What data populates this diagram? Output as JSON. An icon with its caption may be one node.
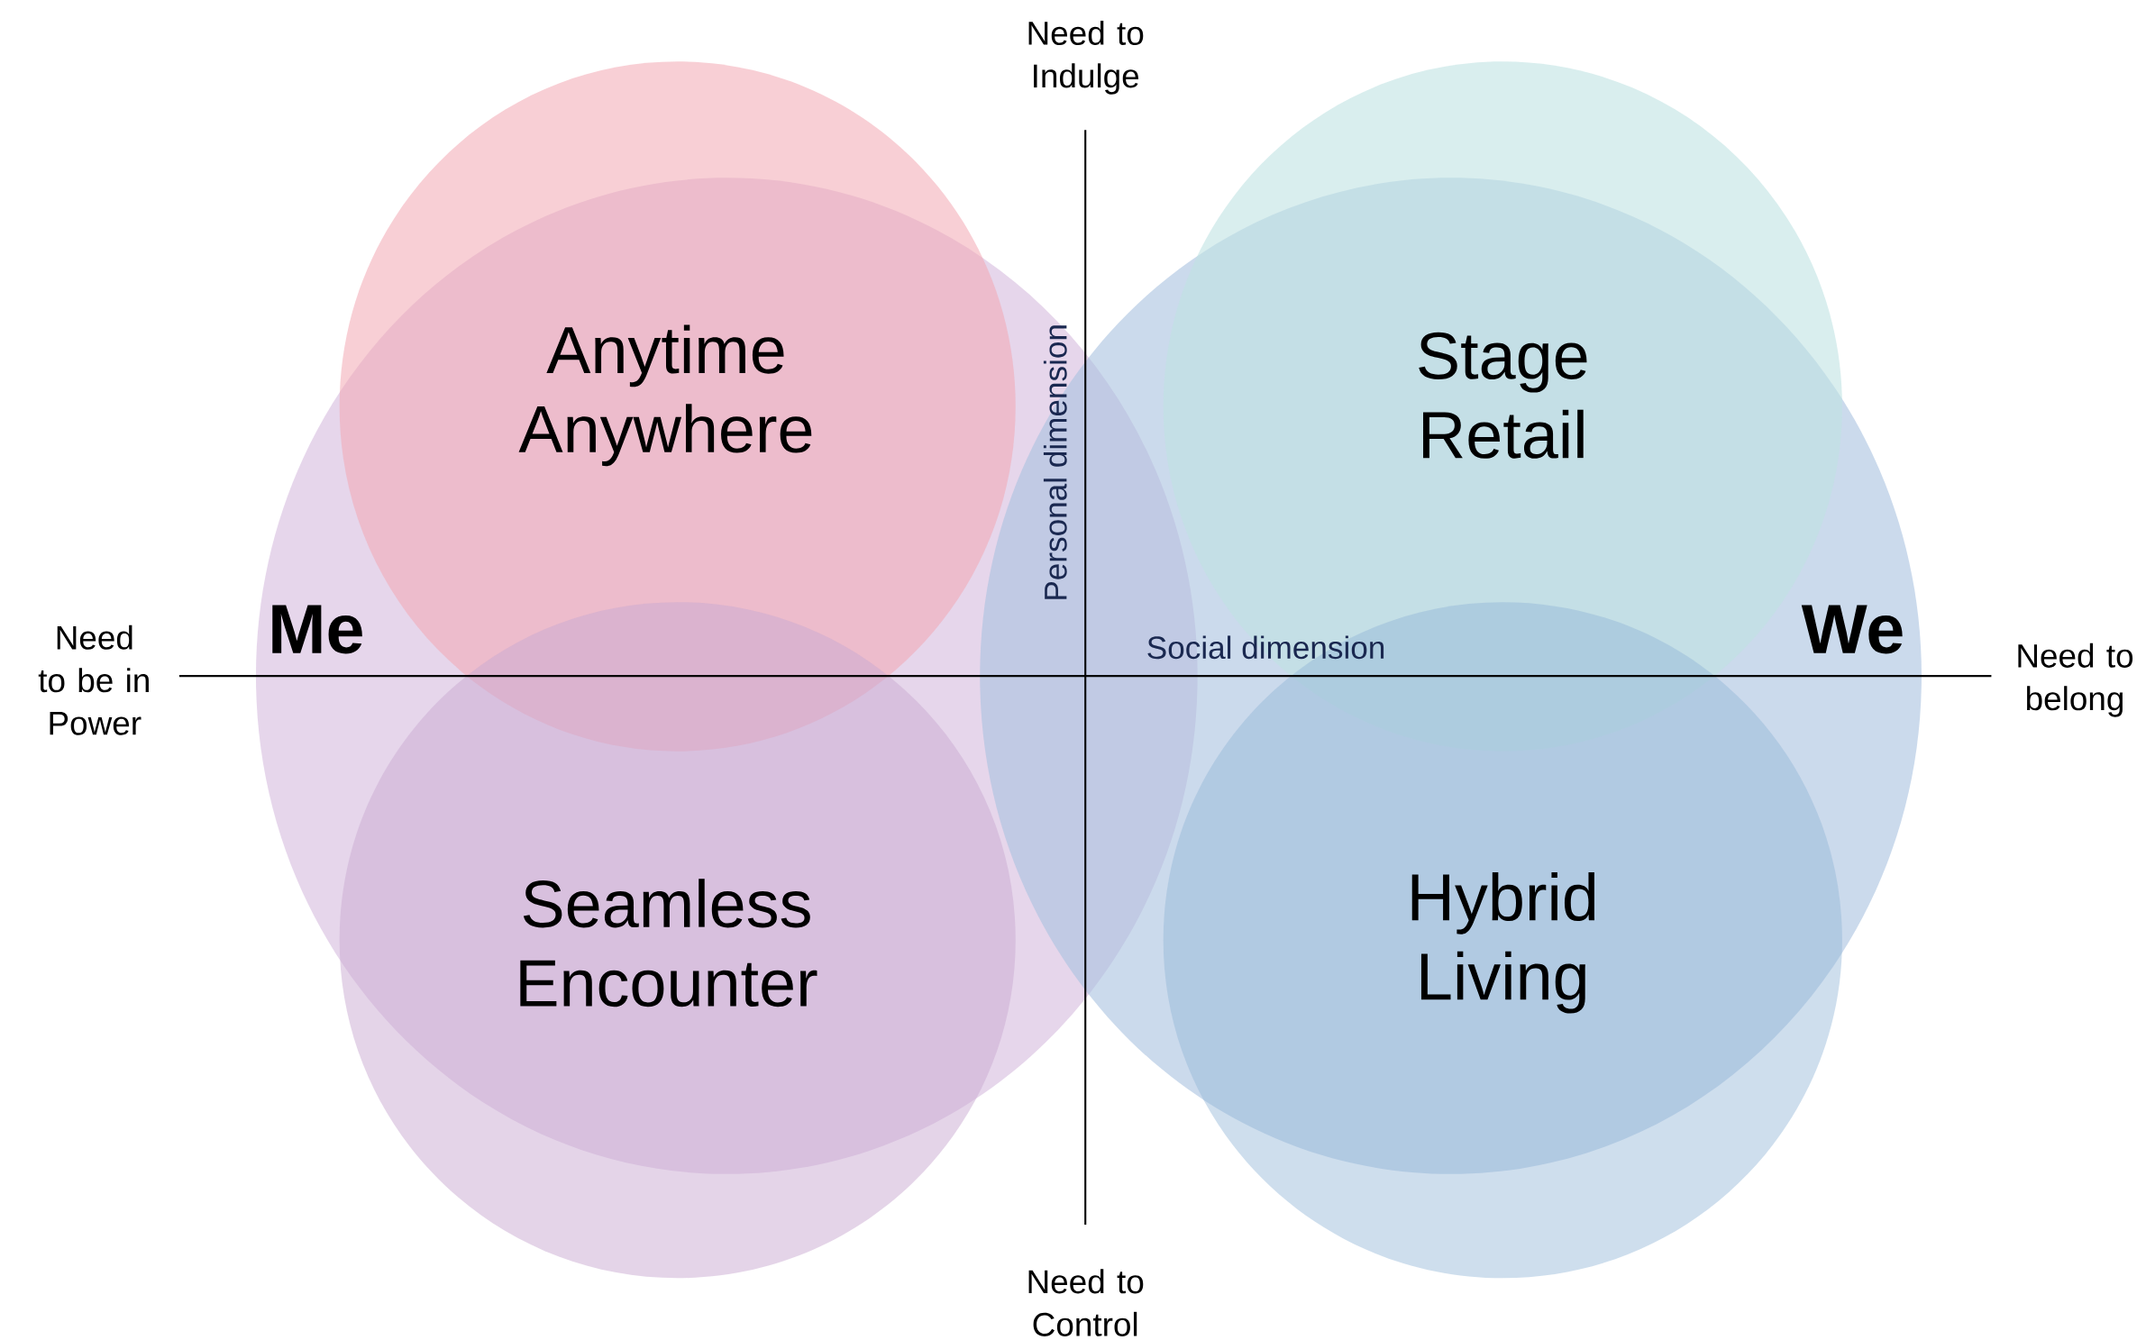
{
  "diagram": {
    "nodes": [
      {
        "text": [
          "Me"
        ]
      },
      {
        "text": [
          "We"
        ]
      },
      {
        "text": [
          "Anytime Anywhere"
        ]
      },
      {
        "text": [
          "Stage Retail"
        ]
      },
      {
        "text": [
          "Seamless Encounter"
        ]
      },
      {
        "text": [
          "Hybrid Living"
        ]
      }
    ],
    "labels": [
      "Need to Indulge",
      "Personal dimension",
      "Need to be in Power",
      "Social dimension",
      "Need to belong",
      "Need to Control"
    ]
  }
}
